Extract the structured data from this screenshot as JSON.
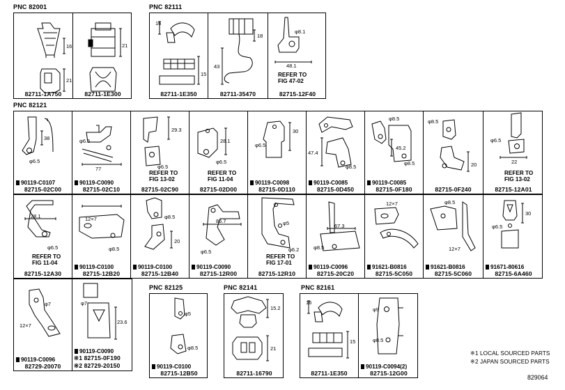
{
  "groups": {
    "g1": {
      "pnc": "PNC 82001",
      "cells": [
        {
          "part": "82711-1A750",
          "dims": [
            "16",
            "21"
          ]
        },
        {
          "part": "82711-1E300",
          "dims": [
            "21"
          ]
        }
      ]
    },
    "g2": {
      "pnc": "PNC 82111",
      "cells": [
        {
          "part": "82711-1E350",
          "dims": [
            "16",
            "15"
          ]
        },
        {
          "part": "82711-35470",
          "dims": [
            "18",
            "43"
          ]
        },
        {
          "part": "82715-12F40",
          "dims": [
            "φ8.1",
            "48.1"
          ],
          "refer": [
            "REFER TO",
            "FIG 47-02"
          ]
        }
      ]
    },
    "g3": {
      "pnc": "PNC 82121",
      "cells": [
        {
          "part": "82715-02C00",
          "bolt": "90119-C0107",
          "dims": [
            "38",
            "φ6.5"
          ]
        },
        {
          "part": "82715-02C10",
          "bolt": "90119-C0090",
          "dims": [
            "φ6.5",
            "77"
          ]
        },
        {
          "part": "82715-02C90",
          "dims": [
            "29.3",
            "φ6.5"
          ],
          "refer": [
            "REFER TO",
            "FIG 13-02"
          ]
        },
        {
          "part": "82715-02D00",
          "dims": [
            "28.1",
            "φ6.5"
          ],
          "refer": [
            "REFER TO",
            "FIG 11-04"
          ]
        },
        {
          "part": "82715-0D110",
          "bolt": "90119-C0098",
          "dims": [
            "30",
            "φ6.5"
          ]
        },
        {
          "part": "82715-0D450",
          "bolt": "90119-C0085",
          "dims": [
            "47.4",
            "φ8.5"
          ]
        },
        {
          "part": "82715-0F180",
          "bolt": "90119-C0085",
          "dims": [
            "φ8.5",
            "45.2",
            "φ8.5"
          ]
        },
        {
          "part": "82715-0F240",
          "dims": [
            "φ8.5",
            "20"
          ]
        },
        {
          "part": "82715-12A01",
          "dims": [
            "φ6.5",
            "22"
          ],
          "refer": [
            "REFER TO",
            "FIG 13-02"
          ]
        }
      ]
    },
    "g4": {
      "cells": [
        {
          "part": "82715-12A30",
          "dims": [
            "28.1",
            "φ6.5"
          ],
          "refer": [
            "REFER TO",
            "FIG 11-04"
          ]
        },
        {
          "part": "82715-12B20",
          "bolt": "90119-C0100",
          "dims": [
            "12×7",
            "φ8.5"
          ]
        },
        {
          "part": "82715-12B40",
          "bolt": "90119-C0100",
          "dims": [
            "φ8.5",
            "20"
          ]
        },
        {
          "part": "82715-12R00",
          "bolt": "90119-C0090",
          "dims": [
            "86.7",
            "φ6.5"
          ]
        },
        {
          "part": "82715-12R10",
          "dims": [
            "φ5",
            "φ6.2"
          ],
          "refer": [
            "REFER TO",
            "FIG 17-01"
          ]
        },
        {
          "part": "82715-20C20",
          "bolt": "90119-C0096",
          "dims": [
            "67.3",
            "φ8.5"
          ]
        },
        {
          "part": "82715-5C050",
          "bolt": "91621-B0816",
          "dims": [
            "12×7"
          ]
        },
        {
          "part": "82715-5C060",
          "bolt": "91621-B0816",
          "dims": [
            "φ8.5",
            "12×7"
          ]
        },
        {
          "part": "82715-6A460",
          "bolt": "91671-80616",
          "dims": [
            "30",
            "φ6.5"
          ]
        }
      ]
    },
    "g5": {
      "cells": [
        {
          "part": "82729-20070",
          "bolt": "90119-C0096",
          "dims": [
            "φ7",
            "12×7"
          ]
        },
        {
          "bolt": "90119-C0090",
          "dims": [
            "φ7",
            "23.6"
          ],
          "parts": [
            "※1 82715-0F190",
            "※2 82729-20150"
          ]
        }
      ]
    },
    "g6": {
      "pnc": "PNC 82125",
      "cells": [
        {
          "part": "82715-12B50",
          "bolt": "90119-C0100",
          "dims": [
            "φ5",
            "φ8.5"
          ]
        }
      ]
    },
    "g7": {
      "pnc": "PNC 82141",
      "cells": [
        {
          "part": "82711-16790",
          "dims": [
            "15.2",
            "21"
          ]
        }
      ]
    },
    "g8": {
      "pnc": "PNC 82161",
      "cells": [
        {
          "part": "82711-1E350",
          "dims": [
            "16",
            "15"
          ]
        },
        {
          "part": "82715-12G00",
          "bolt": "90119-C0094(2)",
          "dims": [
            "φ9",
            "φ8.5"
          ]
        }
      ]
    }
  },
  "notes": [
    "※1 LOCAL SOURCED PARTS",
    "※2 JAPAN SOURCED PARTS"
  ],
  "figure_id": "829064"
}
